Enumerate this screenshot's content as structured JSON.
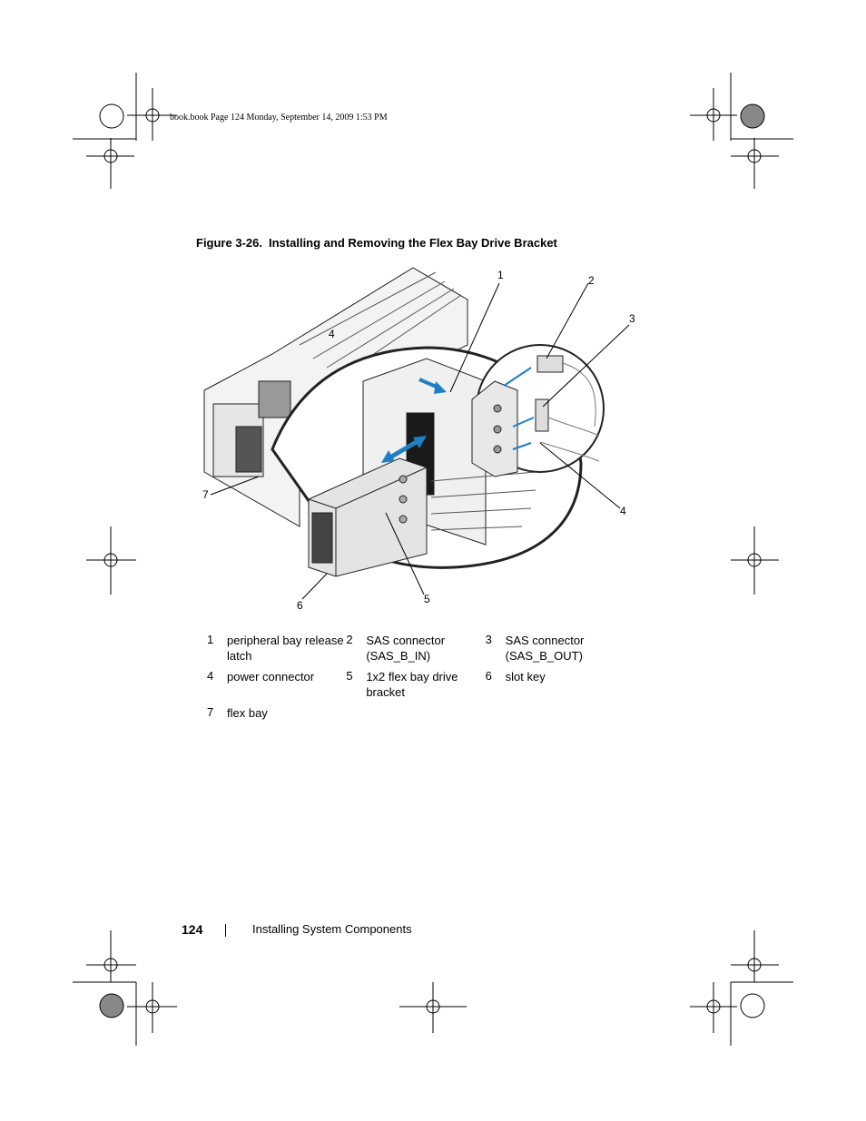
{
  "header": {
    "slug": "book.book  Page 124  Monday, September 14, 2009  1:53 PM"
  },
  "figure": {
    "number": "Figure 3-26.",
    "title": "Installing and Removing the Flex Bay Drive Bracket",
    "callouts": [
      "1",
      "2",
      "3",
      "4",
      "5",
      "6",
      "7"
    ],
    "inset_label": "4"
  },
  "legend": [
    [
      {
        "num": "1",
        "text": "peripheral bay release latch"
      },
      {
        "num": "2",
        "text": "SAS connector (SAS_B_IN)"
      },
      {
        "num": "3",
        "text": "SAS connector (SAS_B_OUT)"
      }
    ],
    [
      {
        "num": "4",
        "text": "power connector"
      },
      {
        "num": "5",
        "text": "1x2 flex bay drive bracket"
      },
      {
        "num": "6",
        "text": "slot key"
      }
    ],
    [
      {
        "num": "7",
        "text": "flex bay"
      }
    ]
  ],
  "footer": {
    "page_number": "124",
    "section_title": "Installing System Components"
  },
  "colors": {
    "arrow_blue": "#1f7fc4",
    "line_art": "#222222"
  }
}
